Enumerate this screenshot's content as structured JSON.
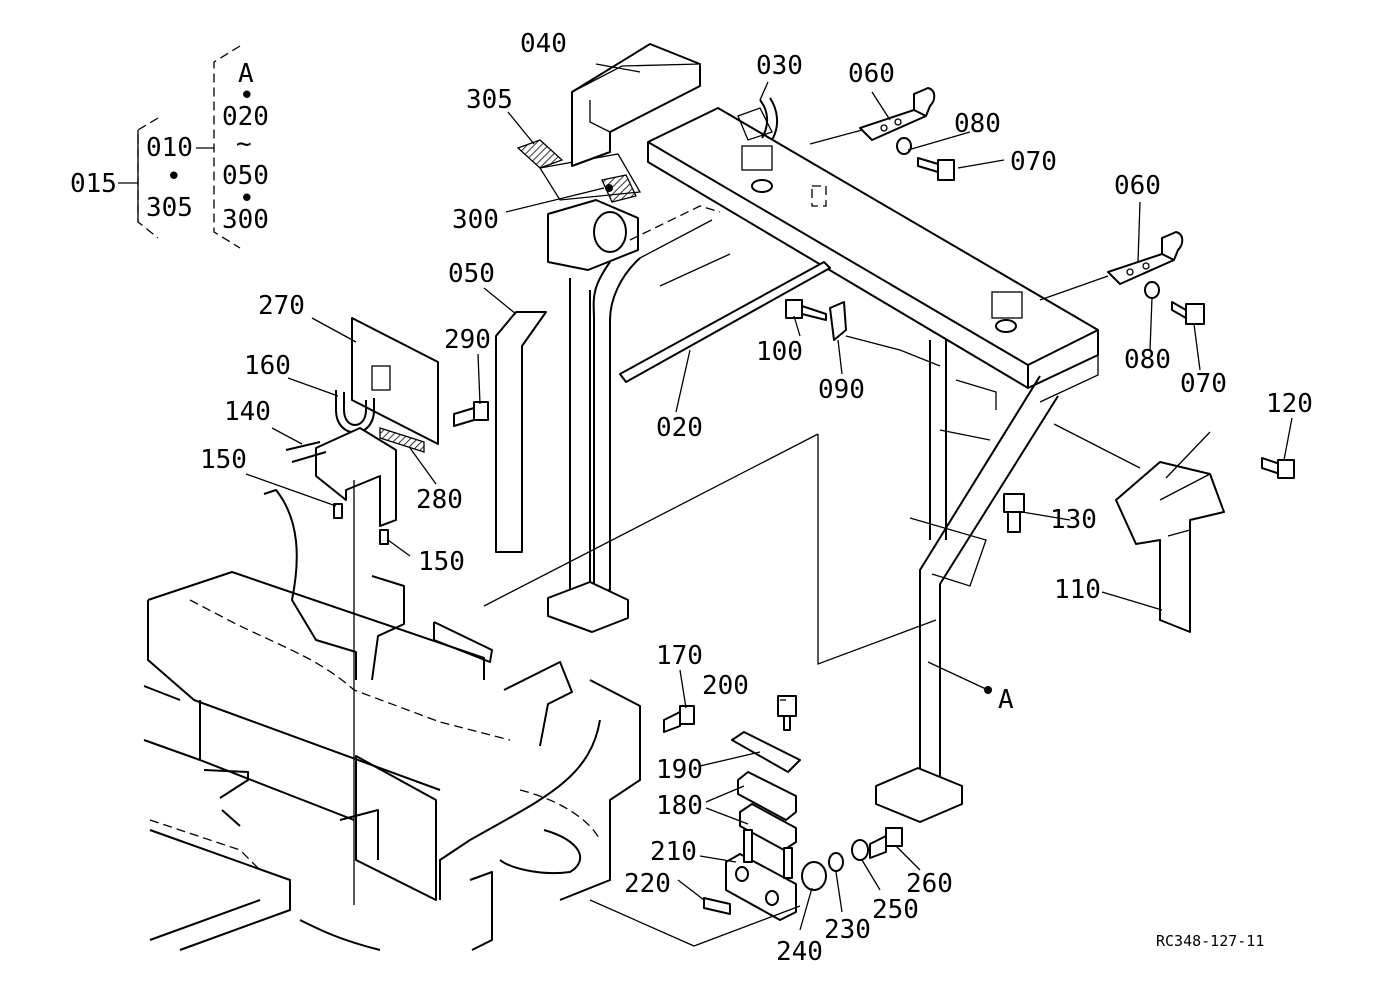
{
  "diagram": {
    "ref_code": "RC348-127-11",
    "tree": {
      "root": "015",
      "level1": [
        "010",
        "•",
        "305"
      ],
      "level2": [
        "A",
        "•",
        "020",
        "~",
        "050",
        "•",
        "300"
      ]
    },
    "callouts": [
      {
        "id": "040",
        "text": "040"
      },
      {
        "id": "030",
        "text": "030"
      },
      {
        "id": "060a",
        "text": "060"
      },
      {
        "id": "080a",
        "text": "080"
      },
      {
        "id": "070a",
        "text": "070"
      },
      {
        "id": "305",
        "text": "305"
      },
      {
        "id": "300",
        "text": "300"
      },
      {
        "id": "060b",
        "text": "060"
      },
      {
        "id": "050",
        "text": "050"
      },
      {
        "id": "270",
        "text": "270"
      },
      {
        "id": "290",
        "text": "290"
      },
      {
        "id": "160",
        "text": "160"
      },
      {
        "id": "140",
        "text": "140"
      },
      {
        "id": "150a",
        "text": "150"
      },
      {
        "id": "280",
        "text": "280"
      },
      {
        "id": "150b",
        "text": "150"
      },
      {
        "id": "100",
        "text": "100"
      },
      {
        "id": "090",
        "text": "090"
      },
      {
        "id": "020",
        "text": "020"
      },
      {
        "id": "080b",
        "text": "080"
      },
      {
        "id": "070b",
        "text": "070"
      },
      {
        "id": "120",
        "text": "120"
      },
      {
        "id": "130",
        "text": "130"
      },
      {
        "id": "110",
        "text": "110"
      },
      {
        "id": "A",
        "text": "A"
      },
      {
        "id": "170",
        "text": "170"
      },
      {
        "id": "200",
        "text": "200"
      },
      {
        "id": "190",
        "text": "190"
      },
      {
        "id": "180",
        "text": "180"
      },
      {
        "id": "210",
        "text": "210"
      },
      {
        "id": "220",
        "text": "220"
      },
      {
        "id": "240",
        "text": "240"
      },
      {
        "id": "230",
        "text": "230"
      },
      {
        "id": "250",
        "text": "250"
      },
      {
        "id": "260",
        "text": "260"
      }
    ]
  }
}
